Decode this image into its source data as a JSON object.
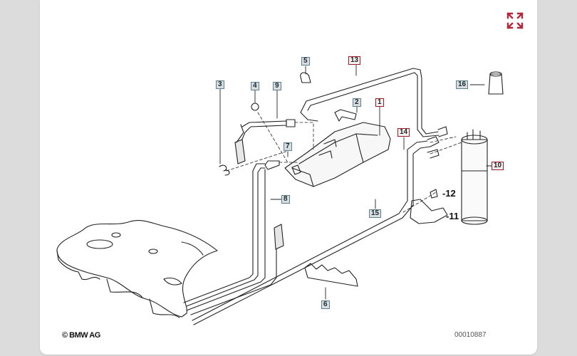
{
  "diagram": {
    "title": "Fuel tank breather / activated charcoal filter parts diagram",
    "copyright": "© BMW AG",
    "document_number": "00010887",
    "accent_color": "#9b1b2a",
    "expand_icon": "expand-arrows-icon",
    "callouts": [
      {
        "id": "1",
        "label": "1",
        "style": "highlight"
      },
      {
        "id": "2",
        "label": "2",
        "style": "normal"
      },
      {
        "id": "3",
        "label": "3",
        "style": "normal"
      },
      {
        "id": "4",
        "label": "4",
        "style": "normal"
      },
      {
        "id": "5",
        "label": "5",
        "style": "normal"
      },
      {
        "id": "6",
        "label": "6",
        "style": "normal"
      },
      {
        "id": "7",
        "label": "7",
        "style": "normal"
      },
      {
        "id": "8",
        "label": "8",
        "style": "normal"
      },
      {
        "id": "9",
        "label": "9",
        "style": "normal"
      },
      {
        "id": "10",
        "label": "10",
        "style": "highlight"
      },
      {
        "id": "11",
        "label": "-11",
        "style": "plain"
      },
      {
        "id": "12",
        "label": "-12",
        "style": "plain"
      },
      {
        "id": "13",
        "label": "13",
        "style": "highlight"
      },
      {
        "id": "14",
        "label": "14",
        "style": "highlight"
      },
      {
        "id": "15",
        "label": "15",
        "style": "normal"
      },
      {
        "id": "16",
        "label": "16",
        "style": "normal"
      }
    ]
  }
}
